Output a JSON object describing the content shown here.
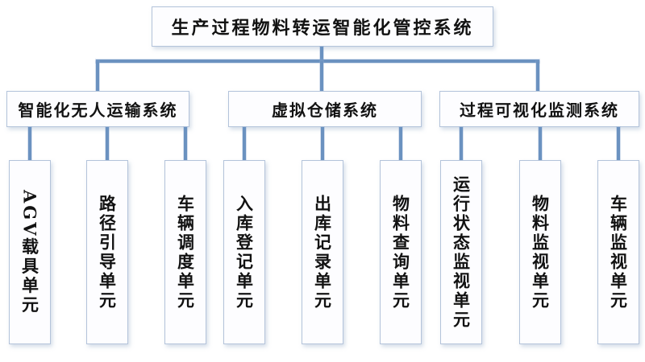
{
  "title": "生产过程物料转运智能化管控系统",
  "subsystems": [
    {
      "label": "智能化无人运输系统",
      "units": [
        "AGV载具单元",
        "路径引导单元",
        "车辆调度单元"
      ]
    },
    {
      "label": "虚拟仓储系统",
      "units": [
        "入库登记单元",
        "出库记录单元",
        "物料查询单元"
      ]
    },
    {
      "label": "过程可视化监测系统",
      "units": [
        "运行状态监视单元",
        "物料监视单元",
        "车辆监视单元"
      ]
    }
  ],
  "colors": {
    "connector": "#6b92c0",
    "box_border": "#b3c3da",
    "box_fill": "#fdfdff",
    "text": "#121212",
    "background": "#ffffff"
  }
}
